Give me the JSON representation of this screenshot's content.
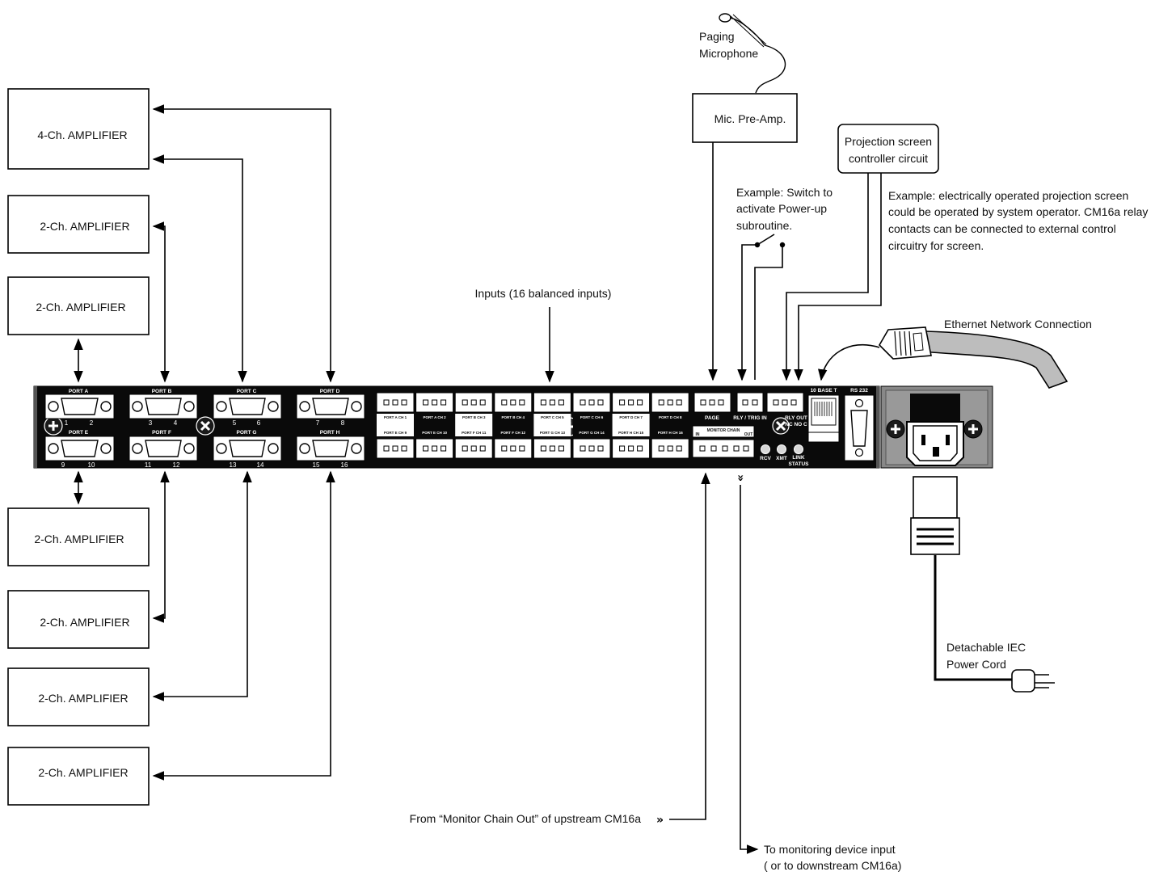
{
  "amplifiers": [
    {
      "label": "4-Ch. AMPLIFIER"
    },
    {
      "label": "2-Ch. AMPLIFIER"
    },
    {
      "label": "2-Ch. AMPLIFIER"
    },
    {
      "label": "2-Ch. AMPLIFIER"
    },
    {
      "label": "2-Ch. AMPLIFIER"
    },
    {
      "label": "2-Ch. AMPLIFIER"
    },
    {
      "label": "2-Ch. AMPLIFIER"
    }
  ],
  "ports": {
    "top": [
      {
        "name": "PORT A",
        "pins": [
          "1",
          "2"
        ]
      },
      {
        "name": "PORT B",
        "pins": [
          "3",
          "4"
        ]
      },
      {
        "name": "PORT C",
        "pins": [
          "5",
          "6"
        ]
      },
      {
        "name": "PORT D",
        "pins": [
          "7",
          "8"
        ]
      }
    ],
    "bottom": [
      {
        "name": "PORT E",
        "pins": [
          "9",
          "10"
        ]
      },
      {
        "name": "PORT F",
        "pins": [
          "11",
          "12"
        ]
      },
      {
        "name": "PORT G",
        "pins": [
          "13",
          "14"
        ]
      },
      {
        "name": "PORT H",
        "pins": [
          "15",
          "16"
        ]
      }
    ]
  },
  "input_channels": {
    "top": [
      "PORT A CH 1",
      "PORT A CH 2",
      "PORT B CH 3",
      "PORT B CH 4",
      "PORT C CH 5",
      "PORT C CH 6",
      "PORT D CH 7",
      "PORT D CH 8"
    ],
    "bottom": [
      "PORT E CH 9",
      "PORT E CH 10",
      "PORT F CH 11",
      "PORT F CH 12",
      "PORT G CH 13",
      "PORT G CH 14",
      "PORT H CH 15",
      "PORT H CH 16"
    ]
  },
  "panel_labels": {
    "page": "PAGE",
    "rly_trig_in": "RLY / TRIG IN",
    "rly_out": "RLY OUT",
    "rly_out_pins": "NC NO C",
    "monitor_chain": "MONITOR CHAIN",
    "in": "IN",
    "out": "OUT",
    "ethernet": "10 BASE T",
    "rs232": "RS 232",
    "rcv": "RCV",
    "xmt": "XMT",
    "link": "LINK",
    "status": "STATUS"
  },
  "notes": {
    "paging_mic_line1": "Paging",
    "paging_mic_line2": "Microphone",
    "mic_preamp": "Mic. Pre-Amp.",
    "projection_line1": "Projection screen",
    "projection_line2": "controller circuit",
    "switch_line1": "Example: Switch to",
    "switch_line2": "activate Power-up",
    "switch_line3": "subroutine.",
    "relay_line1": "Example: electrically operated projection screen",
    "relay_line2": "could be operated by system operator. CM16a relay",
    "relay_line3": "contacts can be connected to external control",
    "relay_line4": "circuitry for screen.",
    "inputs": "Inputs (16 balanced inputs)",
    "ethernet": "Ethernet Network Connection",
    "power_line1": "Detachable IEC",
    "power_line2": "Power Cord",
    "monitor_in": "From “Monitor Chain Out” of upstream CM16a",
    "monitor_out_line1": "To monitoring device input",
    "monitor_out_line2": "( or to downstream CM16a)"
  }
}
